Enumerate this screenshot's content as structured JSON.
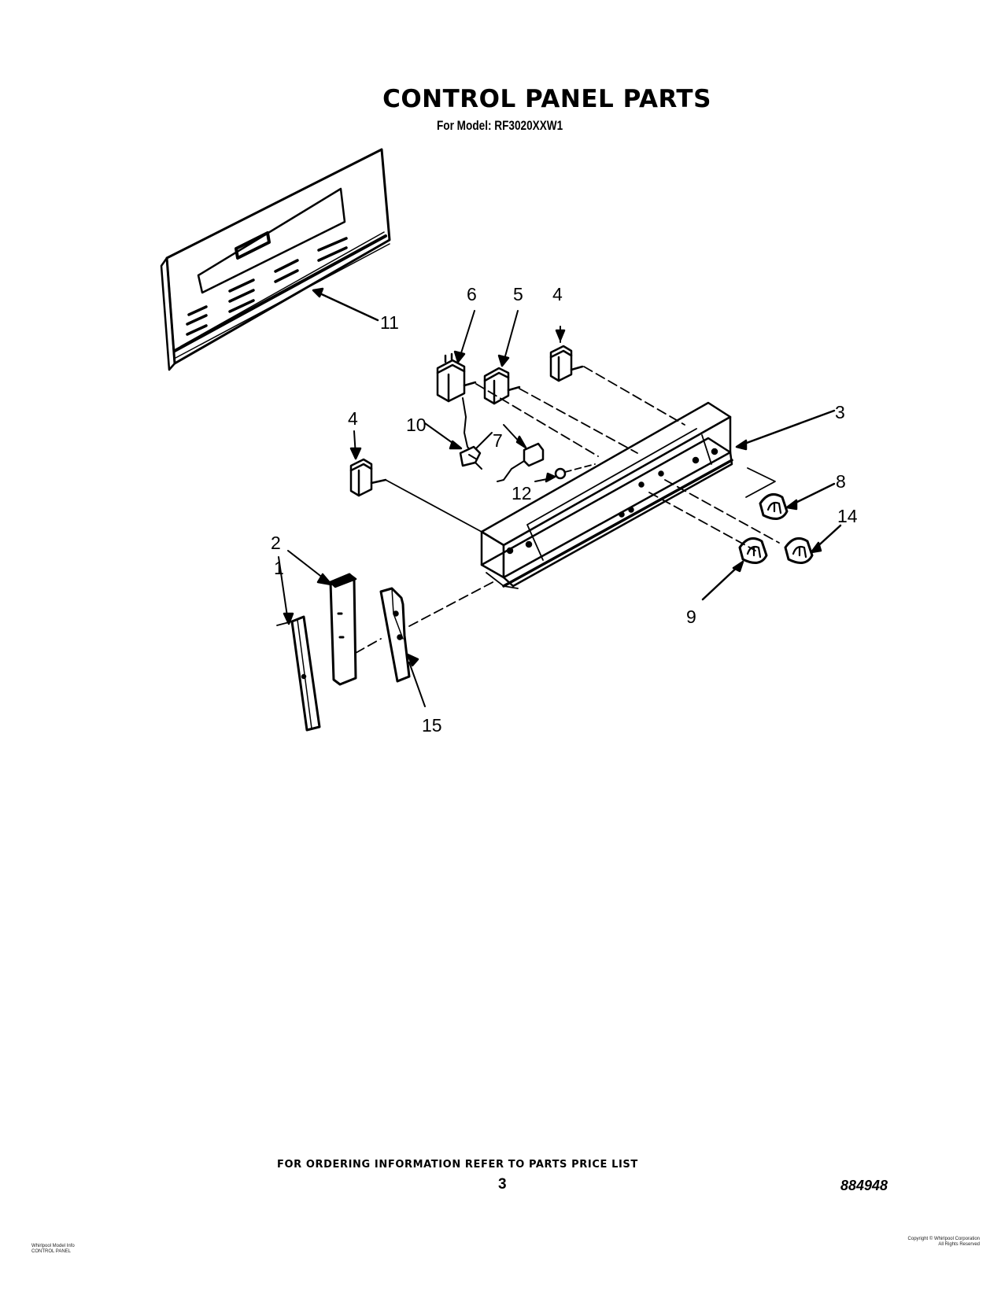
{
  "page": {
    "title": "CONTROL PANEL PARTS",
    "subtitle": "For Model: RF3020XXW1",
    "footer_order_text": "FOR ORDERING INFORMATION REFER TO PARTS PRICE LIST",
    "page_number": "3",
    "document_number": "884948",
    "fine_print_left": [
      "Whirlpool Model Info",
      "CONTROL PANEL"
    ],
    "fine_print_right": [
      "Copyright © Whirlpool Corporation",
      "All Rights Reserved"
    ]
  },
  "callouts": [
    {
      "id": "c11",
      "label": "11"
    },
    {
      "id": "c6",
      "label": "6"
    },
    {
      "id": "c5",
      "label": "5"
    },
    {
      "id": "c4a",
      "label": "4"
    },
    {
      "id": "c3",
      "label": "3"
    },
    {
      "id": "c4b",
      "label": "4"
    },
    {
      "id": "c10",
      "label": "10"
    },
    {
      "id": "c7",
      "label": "7"
    },
    {
      "id": "c12",
      "label": "12"
    },
    {
      "id": "c8",
      "label": "8"
    },
    {
      "id": "c14",
      "label": "14"
    },
    {
      "id": "c9",
      "label": "9"
    },
    {
      "id": "c2",
      "label": "2"
    },
    {
      "id": "c1",
      "label": "1"
    },
    {
      "id": "c15",
      "label": "15"
    }
  ]
}
